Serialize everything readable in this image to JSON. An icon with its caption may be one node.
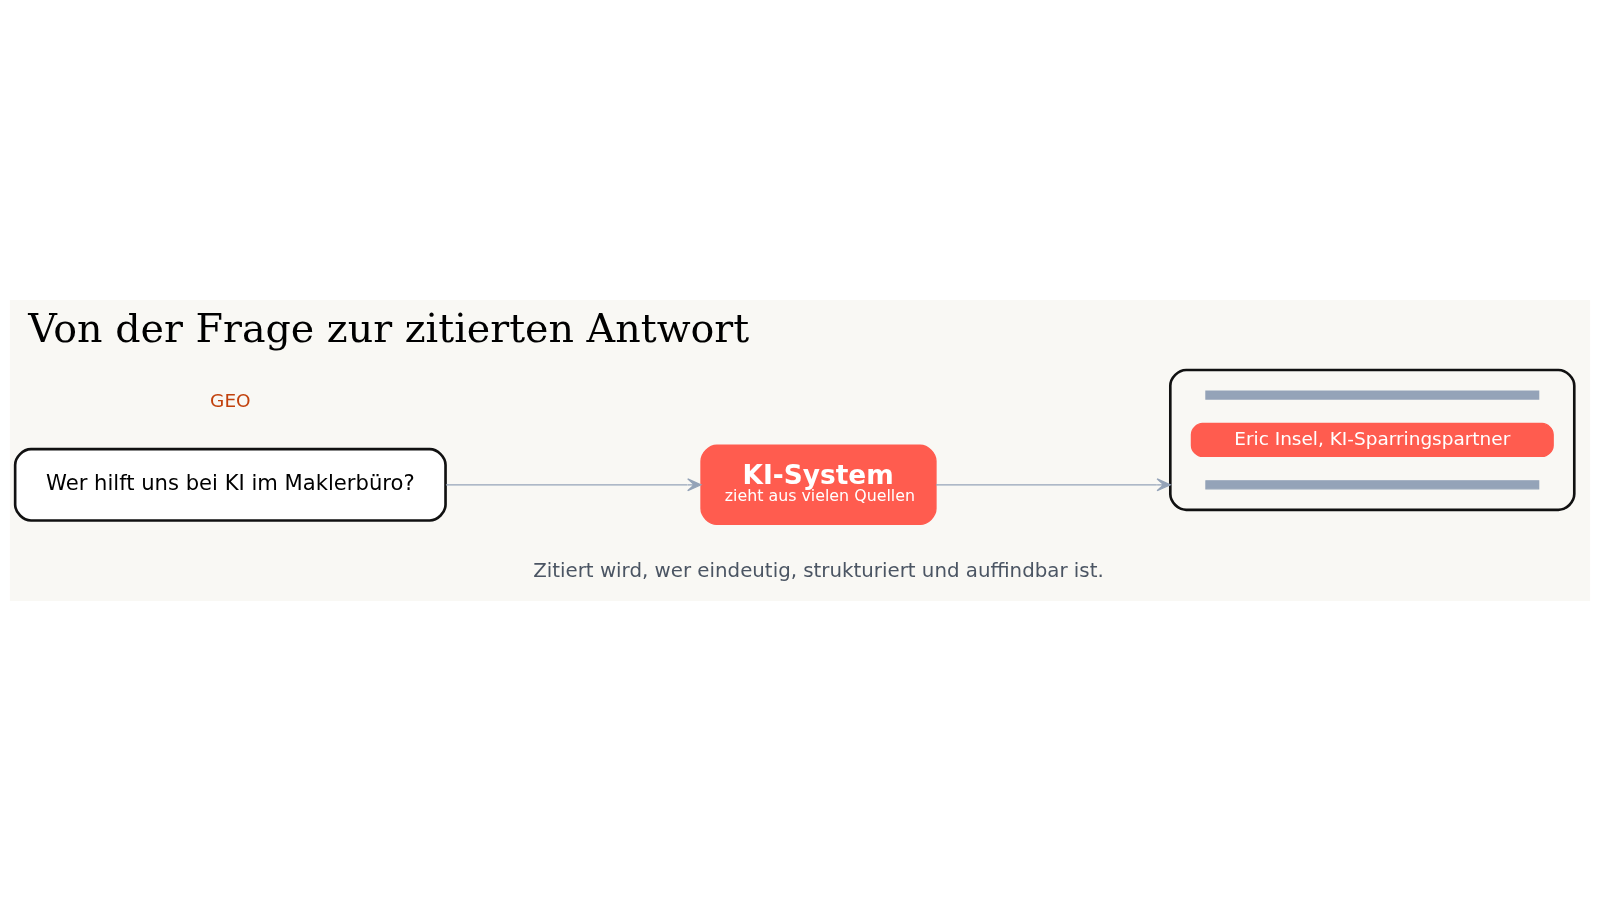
{
  "diagram": {
    "title": "Von der Frage zur zitierten Antwort",
    "caption": "Zitiert wird, wer eindeutig, strukturiert und auffindbar ist.",
    "nodes": [
      {
        "text": [
          "Wer hilft uns bei KI im Maklerbüro?"
        ]
      },
      {
        "text": [
          "KI-System",
          "zieht aus vielen Quellen"
        ]
      },
      {
        "text": [],
        "shape": "box"
      },
      {
        "text": [],
        "shape": "bar",
        "in": 2
      },
      {
        "text": [
          "Eric Insel, KI-Sparringspartner"
        ],
        "in": 2
      },
      {
        "text": [],
        "shape": "bar",
        "in": 2
      }
    ],
    "edges": [
      {
        "from": 0,
        "to": 1,
        "arrow": "to"
      },
      {
        "from": 1,
        "to": 2,
        "arrow": "to"
      }
    ],
    "labels": [
      "GEO"
    ]
  }
}
